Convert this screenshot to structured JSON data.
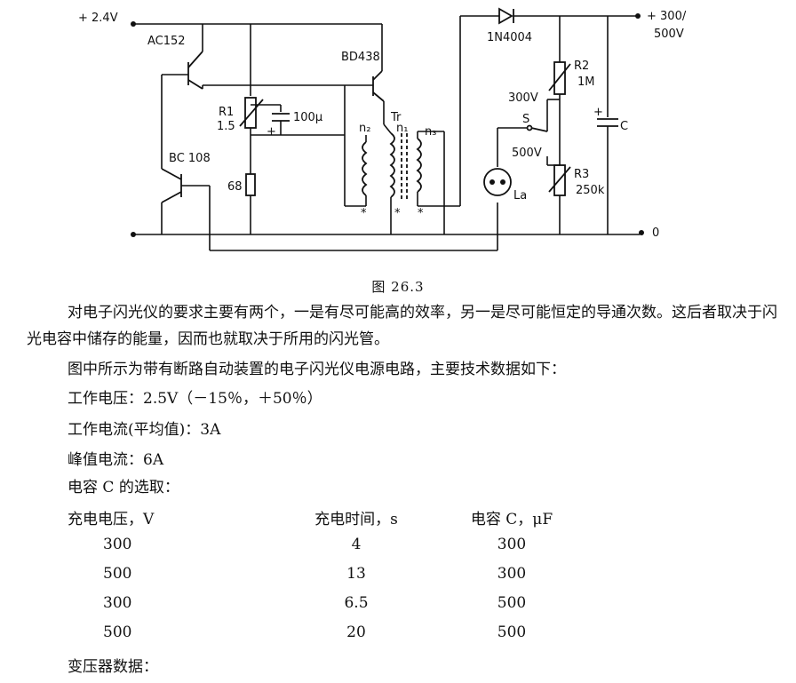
{
  "circuit": {
    "labels": {
      "v_in": "+ 2.4V",
      "v_out": "+ 300/",
      "v_out2": "500V",
      "ground": "0",
      "q1": "AC152",
      "q2": "BC 108",
      "q3": "BD438",
      "d1": "1N4004",
      "r1": "R1",
      "r1_val": "1.5",
      "cap1": "100μ",
      "r68": "68",
      "tr": "Tr",
      "n2": "n₂",
      "n1": "n₁",
      "n3": "n₃",
      "r2": "R2",
      "r2_val": "1M",
      "r3": "R3",
      "r3_val": "250k",
      "sw": "S",
      "sw_300": "300V",
      "sw_500": "500V",
      "lamp": "La",
      "cap_c": "C",
      "plus1": "+",
      "plus2": "+",
      "star1": "*",
      "star2": "*",
      "star3": "*"
    }
  },
  "caption": "图 26.3",
  "paragraphs": [
    "对电子闪光仪的要求主要有两个，一是有尽可能高的效率，另一是尽可能恒定的导通次数。这后者取决于闪光电容中储存的能量，因而也就取决于所用的闪光管。",
    "图中所示为带有断路自动装置的电子闪光仪电源电路，主要技术数据如下："
  ],
  "specs": [
    "工作电压：2.5V（－15％，＋50％）",
    "工作电流(平均值)：3A",
    "峰值电流：6A",
    "电容 C 的选取："
  ],
  "table": {
    "headers": [
      "充电电压，V",
      "充电时间，s",
      "电容 C，μF"
    ],
    "rows": [
      [
        "300",
        "4",
        "300"
      ],
      [
        "500",
        "13",
        "300"
      ],
      [
        "300",
        "6.5",
        "500"
      ],
      [
        "500",
        "20",
        "500"
      ]
    ]
  },
  "footer": "变压器数据："
}
